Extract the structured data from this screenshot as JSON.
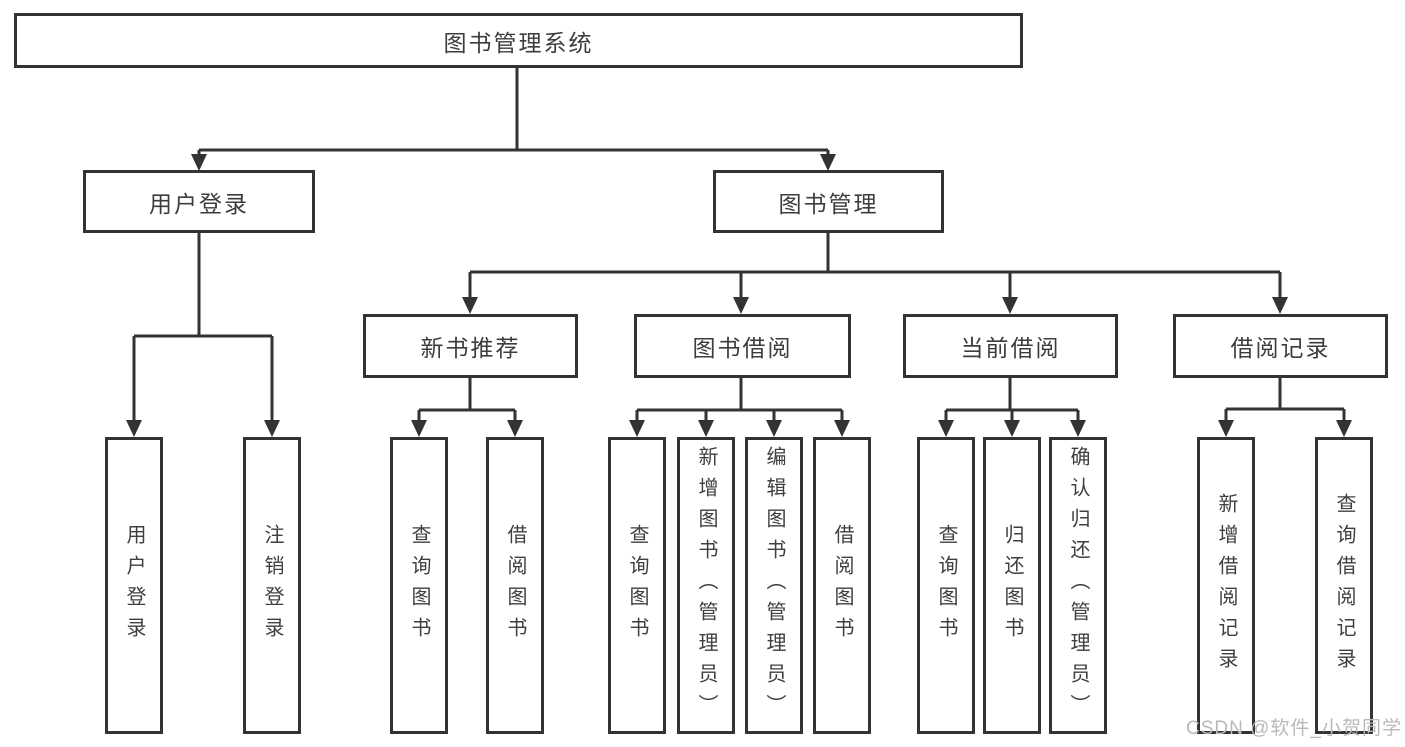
{
  "tree": {
    "root": {
      "label": "图书管理系统"
    },
    "user_login": {
      "label": "用户登录",
      "children": [
        "用户登录",
        "注销登录"
      ]
    },
    "book_mgmt": {
      "label": "图书管理"
    },
    "new_book_rec": {
      "label": "新书推荐",
      "children": [
        "查询图书",
        "借阅图书"
      ]
    },
    "book_borrow": {
      "label": "图书借阅",
      "children": [
        "查询图书",
        "新增图书（管理员）",
        "编辑图书（管理员）",
        "借阅图书"
      ]
    },
    "current_borrow": {
      "label": "当前借阅",
      "children": [
        "查询图书",
        "归还图书",
        "确认归还（管理员）"
      ]
    },
    "borrow_record": {
      "label": "借阅记录",
      "children": [
        "新增借阅记录",
        "查询借阅记录"
      ]
    }
  },
  "watermark": {
    "text": "CSDN @软件_小贺同学"
  },
  "colors": {
    "line": "#333333",
    "box_border": "#333333",
    "box_fill": "#ffffff",
    "text": "#3d3d3d",
    "watermark": "#b9b9b9"
  }
}
